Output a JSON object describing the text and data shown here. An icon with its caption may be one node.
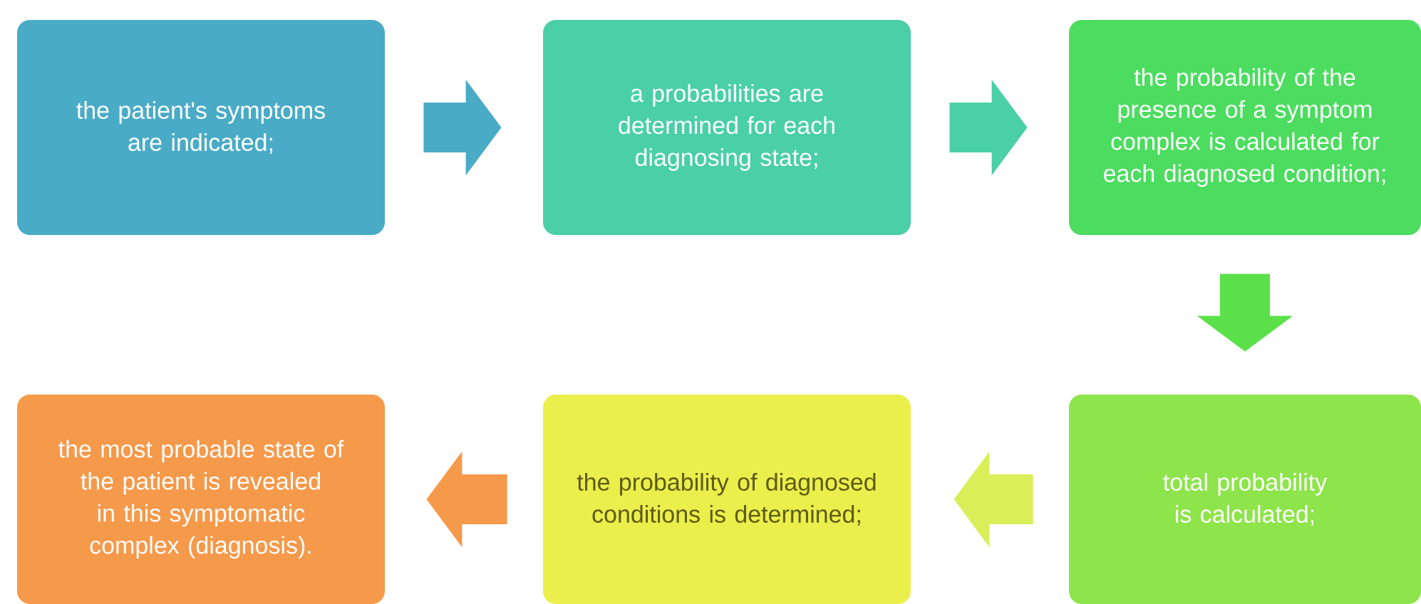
{
  "diagram": {
    "nodes": [
      {
        "text": [
          "the patient's symptoms are indicated;"
        ]
      },
      {
        "text": [
          "a probabilities are determined for each diagnosing state;"
        ]
      },
      {
        "text": [
          "the probability of the presence of a symptom complex is calculated for each diagnosed condition;"
        ]
      },
      {
        "text": [
          "total probability is calculated;"
        ]
      },
      {
        "text": [
          "the probability of diagnosed conditions is determined;"
        ]
      },
      {
        "text": [
          "the most probable state of the patient is revealed in this symptomatic complex (diagnosis)."
        ]
      }
    ],
    "edges": [
      {
        "from": 0,
        "to": 1,
        "arrow": "to",
        "color": "#4aabc6"
      },
      {
        "from": 1,
        "to": 2,
        "arrow": "to",
        "color": "#4acfa6"
      },
      {
        "from": 2,
        "to": 3,
        "arrow": "to",
        "color": "#5ce04a"
      },
      {
        "from": 3,
        "to": 4,
        "arrow": "to",
        "color": "#d8ef5a"
      },
      {
        "from": 4,
        "to": 5,
        "arrow": "to",
        "color": "#f5994a"
      }
    ]
  }
}
